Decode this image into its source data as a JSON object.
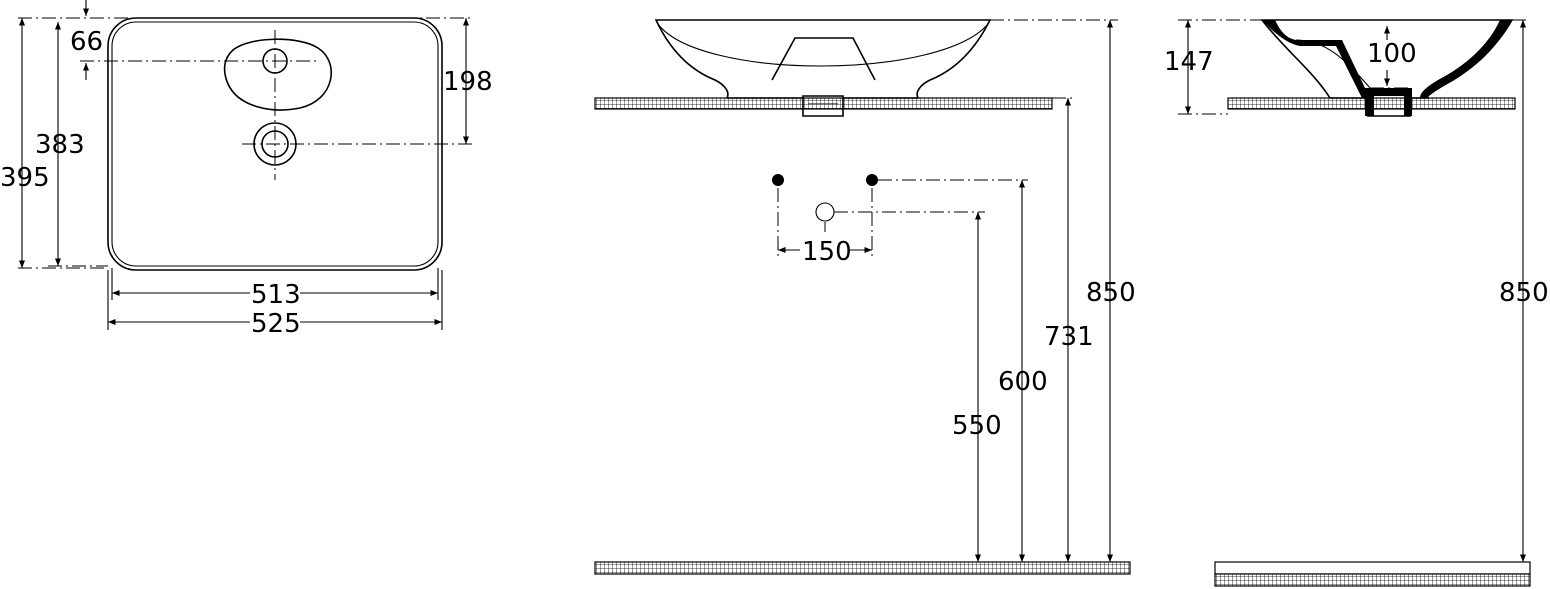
{
  "top_view": {
    "dim_66": "66",
    "dim_198": "198",
    "dim_383": "383",
    "dim_395": "395",
    "dim_513": "513",
    "dim_525": "525"
  },
  "front_view": {
    "dim_150": "150",
    "dim_550": "550",
    "dim_600": "600",
    "dim_731": "731",
    "dim_850": "850"
  },
  "side_view": {
    "dim_147": "147",
    "dim_100": "100",
    "dim_850": "850"
  },
  "colors": {
    "line": "#000000",
    "background": "#ffffff"
  }
}
